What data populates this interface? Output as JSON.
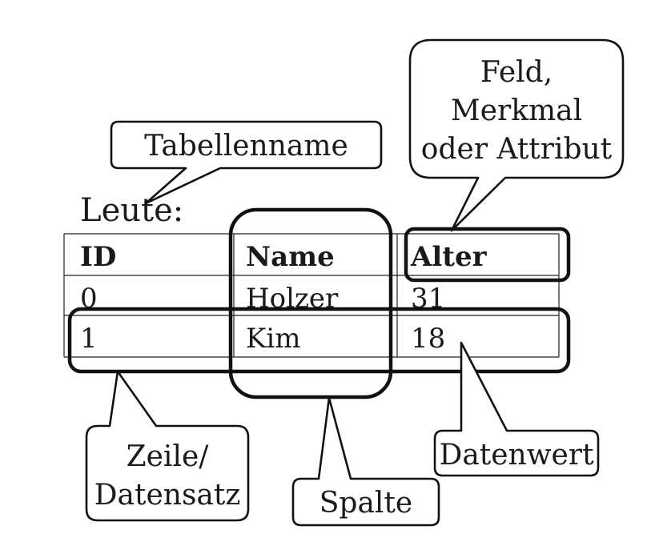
{
  "table": {
    "name": "Leute:",
    "headers": [
      "ID",
      "Name",
      "Alter"
    ],
    "rows": [
      [
        "0",
        "Holzer",
        "31"
      ],
      [
        "1",
        "Kim",
        "18"
      ]
    ]
  },
  "callouts": {
    "tabellenname": [
      "Tabellenname"
    ],
    "feld": [
      "Feld,",
      "Merkmal",
      "oder Attribut"
    ],
    "zeile": [
      "Zeile/",
      "Datensatz"
    ],
    "spalte": [
      "Spalte"
    ],
    "datenwert": [
      "Datenwert"
    ]
  }
}
